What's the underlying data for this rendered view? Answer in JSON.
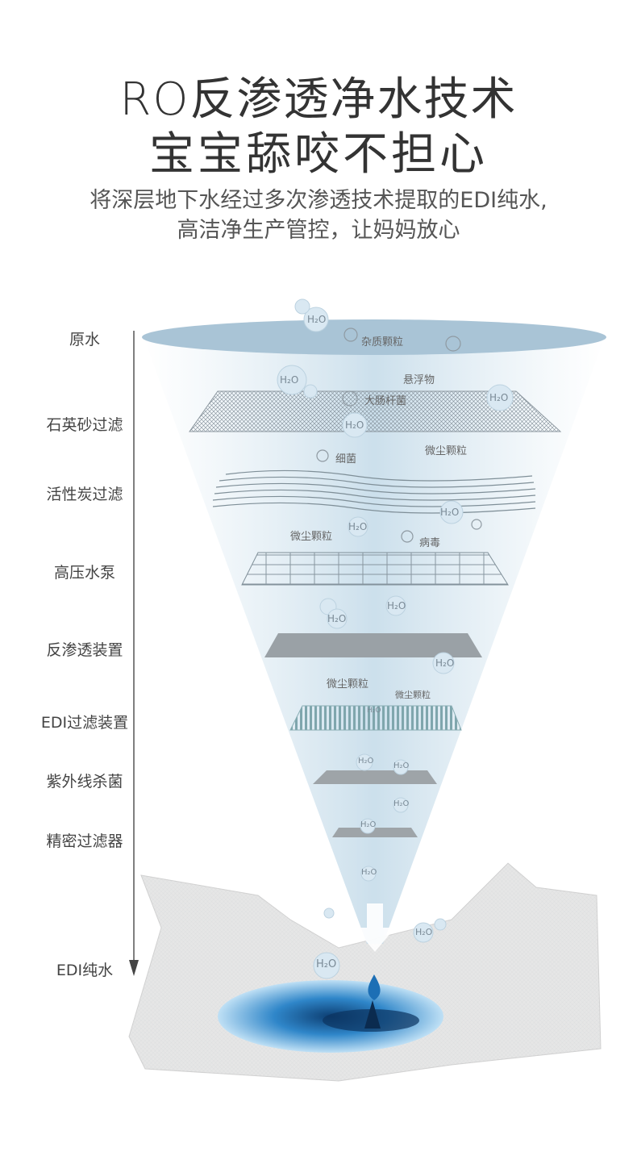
{
  "header": {
    "title_line1": "RO反渗透净水技术",
    "title_line2": "宝宝舔咬不担心",
    "subtitle_line1": "将深层地下水经过多次渗透技术提取的EDI纯水,",
    "subtitle_line2": "高洁净生产管控，让妈妈放心"
  },
  "stages": [
    {
      "label": "原水"
    },
    {
      "label": "石英砂过滤"
    },
    {
      "label": "活性炭过滤"
    },
    {
      "label": "高压水泵"
    },
    {
      "label": "反渗透装置"
    },
    {
      "label": "EDI过滤装置"
    },
    {
      "label": "紫外线杀菌"
    },
    {
      "label": "精密过滤器"
    },
    {
      "label": "EDI纯水"
    }
  ],
  "particles": {
    "impurity": "杂质颗粒",
    "suspended": "悬浮物",
    "ecoli": "大肠杆菌",
    "bacteria": "细菌",
    "dust1": "微尘颗粒",
    "dust2": "微尘颗粒",
    "virus": "病毒",
    "dust3": "微尘颗粒",
    "dust4": "微尘颗粒",
    "h2o": "H₂O"
  },
  "colors": {
    "cone": "#cfe2ee",
    "top_ellipse": "#a8c4d8",
    "water": "#2b7fc4",
    "tissue": "#e4e4e4"
  },
  "icons": [
    "water-droplet-icon",
    "down-arrow-icon",
    "microbe-icon",
    "bubble-icon"
  ]
}
